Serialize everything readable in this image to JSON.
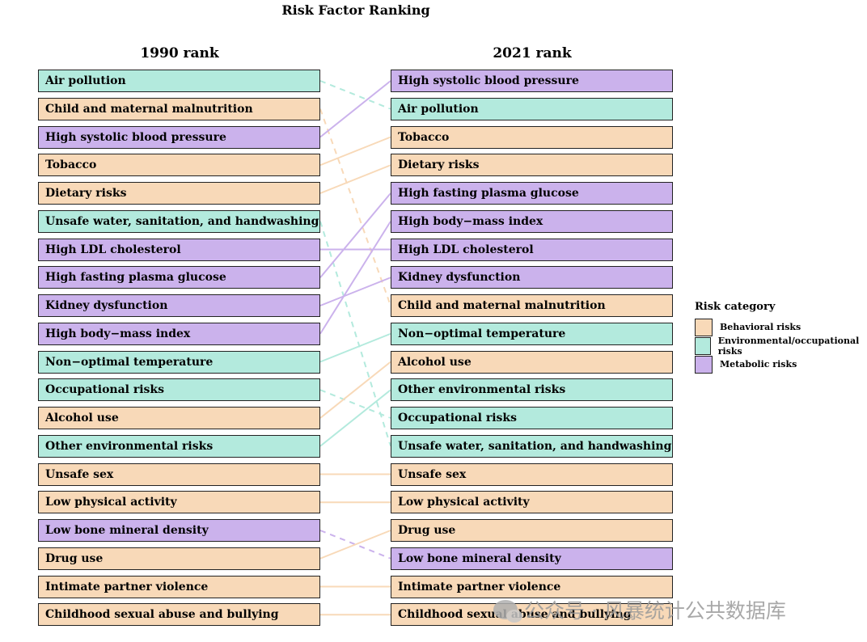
{
  "chart_data": {
    "type": "table",
    "title": "Risk Factor Ranking",
    "left_column_title": "1990 rank",
    "right_column_title": "2021 rank",
    "legend_title": "Risk category",
    "categories": [
      {
        "name": "Behavioral risks",
        "color": "#f8d9b8"
      },
      {
        "name": "Environmental/occupational risks",
        "color": "#b3eadd"
      },
      {
        "name": "Metabolic risks",
        "color": "#cbb2ec"
      }
    ],
    "rank_1990": [
      {
        "rank": 1,
        "name": "Air pollution",
        "category": "Environmental/occupational risks"
      },
      {
        "rank": 2,
        "name": "Child and maternal malnutrition",
        "category": "Behavioral risks"
      },
      {
        "rank": 3,
        "name": "High systolic blood pressure",
        "category": "Metabolic risks"
      },
      {
        "rank": 4,
        "name": "Tobacco",
        "category": "Behavioral risks"
      },
      {
        "rank": 5,
        "name": "Dietary risks",
        "category": "Behavioral risks"
      },
      {
        "rank": 6,
        "name": "Unsafe water, sanitation, and handwashing",
        "category": "Environmental/occupational risks"
      },
      {
        "rank": 7,
        "name": "High LDL cholesterol",
        "category": "Metabolic risks"
      },
      {
        "rank": 8,
        "name": "High fasting plasma glucose",
        "category": "Metabolic risks"
      },
      {
        "rank": 9,
        "name": "Kidney dysfunction",
        "category": "Metabolic risks"
      },
      {
        "rank": 10,
        "name": "High body−mass index",
        "category": "Metabolic risks"
      },
      {
        "rank": 11,
        "name": "Non−optimal temperature",
        "category": "Environmental/occupational risks"
      },
      {
        "rank": 12,
        "name": "Occupational risks",
        "category": "Environmental/occupational risks"
      },
      {
        "rank": 13,
        "name": "Alcohol use",
        "category": "Behavioral risks"
      },
      {
        "rank": 14,
        "name": "Other environmental risks",
        "category": "Environmental/occupational risks"
      },
      {
        "rank": 15,
        "name": "Unsafe sex",
        "category": "Behavioral risks"
      },
      {
        "rank": 16,
        "name": "Low physical activity",
        "category": "Behavioral risks"
      },
      {
        "rank": 17,
        "name": "Low bone mineral density",
        "category": "Metabolic risks"
      },
      {
        "rank": 18,
        "name": "Drug use",
        "category": "Behavioral risks"
      },
      {
        "rank": 19,
        "name": "Intimate partner violence",
        "category": "Behavioral risks"
      },
      {
        "rank": 20,
        "name": "Childhood sexual abuse and bullying",
        "category": "Behavioral risks"
      }
    ],
    "rank_2021": [
      {
        "rank": 1,
        "name": "High systolic blood pressure",
        "category": "Metabolic risks"
      },
      {
        "rank": 2,
        "name": "Air pollution",
        "category": "Environmental/occupational risks"
      },
      {
        "rank": 3,
        "name": "Tobacco",
        "category": "Behavioral risks"
      },
      {
        "rank": 4,
        "name": "Dietary risks",
        "category": "Behavioral risks"
      },
      {
        "rank": 5,
        "name": "High fasting plasma glucose",
        "category": "Metabolic risks"
      },
      {
        "rank": 6,
        "name": "High body−mass index",
        "category": "Metabolic risks"
      },
      {
        "rank": 7,
        "name": "High LDL cholesterol",
        "category": "Metabolic risks"
      },
      {
        "rank": 8,
        "name": "Kidney dysfunction",
        "category": "Metabolic risks"
      },
      {
        "rank": 9,
        "name": "Child and maternal malnutrition",
        "category": "Behavioral risks"
      },
      {
        "rank": 10,
        "name": "Non−optimal temperature",
        "category": "Environmental/occupational risks"
      },
      {
        "rank": 11,
        "name": "Alcohol use",
        "category": "Behavioral risks"
      },
      {
        "rank": 12,
        "name": "Other environmental risks",
        "category": "Environmental/occupational risks"
      },
      {
        "rank": 13,
        "name": "Occupational risks",
        "category": "Environmental/occupational risks"
      },
      {
        "rank": 14,
        "name": "Unsafe water, sanitation, and handwashing",
        "category": "Environmental/occupational risks"
      },
      {
        "rank": 15,
        "name": "Unsafe sex",
        "category": "Behavioral risks"
      },
      {
        "rank": 16,
        "name": "Low physical activity",
        "category": "Behavioral risks"
      },
      {
        "rank": 17,
        "name": "Drug use",
        "category": "Behavioral risks"
      },
      {
        "rank": 18,
        "name": "Low bone mineral density",
        "category": "Metabolic risks"
      },
      {
        "rank": 19,
        "name": "Intimate partner violence",
        "category": "Behavioral risks"
      },
      {
        "rank": 20,
        "name": "Childhood sexual abuse and bullying",
        "category": "Behavioral risks"
      }
    ],
    "line_style": {
      "rank_improved_or_same": "solid",
      "rank_declined": "dashed"
    }
  },
  "watermark": "公众号 · 风暴统计公共数据库"
}
